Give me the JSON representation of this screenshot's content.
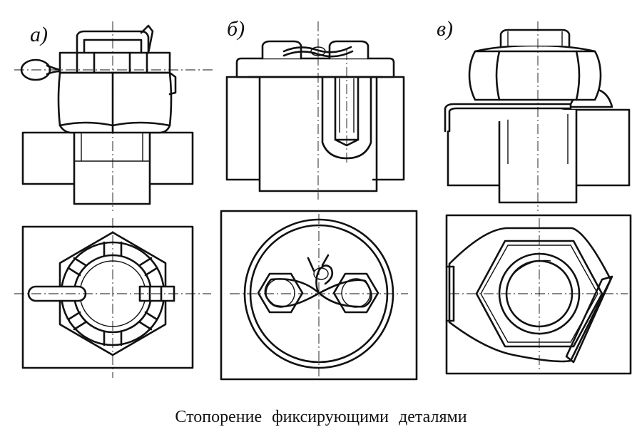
{
  "caption": "Стопорение  фиксирующими  деталями",
  "panels": [
    {
      "label": "а)",
      "device": "castle-nut-with-cotter-pin"
    },
    {
      "label": "б)",
      "device": "nuts-locked-with-wire"
    },
    {
      "label": "в)",
      "device": "nut-with-lock-washer"
    }
  ],
  "colors": {
    "ink": "#111111",
    "background": "#ffffff"
  }
}
